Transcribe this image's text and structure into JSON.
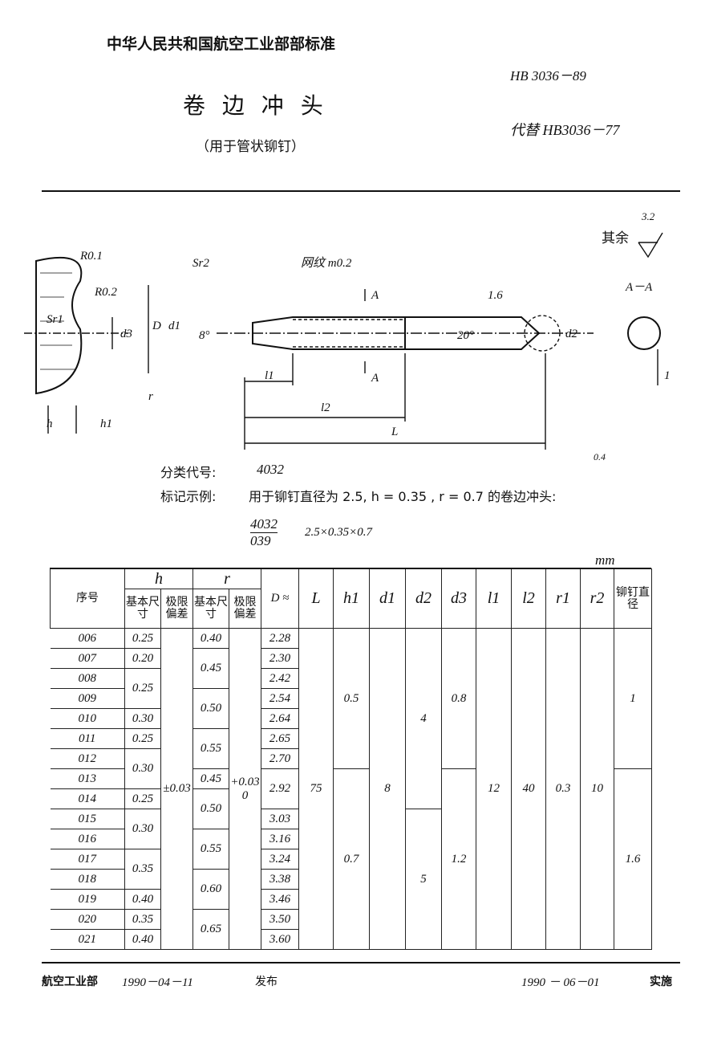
{
  "header": {
    "org_title": "中华人民共和国航空工业部部标准",
    "standard_no": "HB 3036－89",
    "title": "卷 边 冲 头",
    "subtitle": "（用于管状铆钉）",
    "replaces": "代替 HB3036－77"
  },
  "drawing": {
    "roughness_rest": "其余",
    "roughness_rest_value": "3.2",
    "labels": [
      "R0.1",
      "R0.2",
      "Sr1",
      "d3",
      "D",
      "h",
      "h1",
      "r",
      "Sr2",
      "网纹 m0.2",
      "A",
      "A",
      "d1",
      "8°",
      "l1",
      "l2",
      "L",
      "1.6",
      "20°",
      "d2",
      "A－A",
      "1"
    ],
    "roughness_equiv_value": "0.4"
  },
  "info": {
    "class_code_label": "分类代号:",
    "class_code": "4032",
    "example_label": "标记示例:",
    "example_text": "用于铆钉直径为 2.5, h = 0.35 , r = 0.7 的卷边冲头:",
    "example_num": "4032",
    "example_den": "039",
    "example_dims": "2.5×0.35×0.7",
    "unit": "mm"
  },
  "table": {
    "headers": {
      "no": "序号",
      "h": "h",
      "r": "r",
      "basic": "基本尺寸",
      "tol": "极限偏差",
      "D": "D ≈",
      "L": "L",
      "h1": "h1",
      "d1": "d1",
      "d2": "d2",
      "d3": "d3",
      "l1": "l1",
      "l2": "l2",
      "r1": "r1",
      "r2": "r2",
      "rivet": "铆钉直径"
    },
    "numbers": [
      "006",
      "007",
      "008",
      "009",
      "010",
      "011",
      "012",
      "013",
      "014",
      "015",
      "016",
      "017",
      "018",
      "019",
      "020",
      "021"
    ],
    "h_basic": [
      [
        "0.25",
        1
      ],
      [
        "0.20",
        1
      ],
      [
        "0.25",
        2
      ],
      [
        "0.30",
        1
      ],
      [
        "0.25",
        1
      ],
      [
        "0.30",
        2
      ],
      [
        "0.25",
        1
      ],
      [
        "0.30",
        2
      ],
      [
        "0.35",
        2
      ],
      [
        "0.40",
        1
      ],
      [
        "0.35",
        1
      ],
      [
        "0.40",
        1
      ]
    ],
    "h_tol": [
      [
        "±0.03",
        16
      ]
    ],
    "r_basic": [
      [
        "0.40",
        1
      ],
      [
        "0.45",
        2
      ],
      [
        "0.50",
        2
      ],
      [
        "0.55",
        2
      ],
      [
        "0.45",
        1
      ],
      [
        "0.50",
        2
      ],
      [
        "0.55",
        2
      ],
      [
        "0.60",
        2
      ],
      [
        "0.65",
        2
      ]
    ],
    "r_tol": [
      [
        "+0.03\n0",
        16
      ]
    ],
    "D": [
      [
        "2.28",
        1
      ],
      [
        "2.30",
        1
      ],
      [
        "2.42",
        1
      ],
      [
        "2.54",
        1
      ],
      [
        "2.64",
        1
      ],
      [
        "2.65",
        1
      ],
      [
        "2.70",
        1
      ],
      [
        "2.92",
        2
      ],
      [
        "3.03",
        1
      ],
      [
        "3.16",
        1
      ],
      [
        "3.24",
        1
      ],
      [
        "3.38",
        1
      ],
      [
        "3.46",
        1
      ],
      [
        "3.50",
        1
      ],
      [
        "3.60",
        1
      ]
    ],
    "L": [
      [
        "75",
        16
      ]
    ],
    "h1": [
      [
        "0.5",
        7
      ],
      [
        "0.7",
        9
      ]
    ],
    "d1": [
      [
        "8",
        16
      ]
    ],
    "d2": [
      [
        "4",
        9
      ],
      [
        "5",
        7
      ]
    ],
    "d3": [
      [
        "0.8",
        7
      ],
      [
        "1.2",
        9
      ]
    ],
    "l1": [
      [
        "12",
        16
      ]
    ],
    "l2": [
      [
        "40",
        16
      ]
    ],
    "r1": [
      [
        "0.3",
        16
      ]
    ],
    "r2": [
      [
        "10",
        16
      ]
    ],
    "rivet": [
      [
        "1",
        7
      ],
      [
        "1.6",
        9
      ]
    ]
  },
  "footer": {
    "issuer": "航空工业部",
    "issue_date": "1990－04－11",
    "issued": "发布",
    "effective_date": "1990 － 06－01",
    "effective": "实施"
  }
}
